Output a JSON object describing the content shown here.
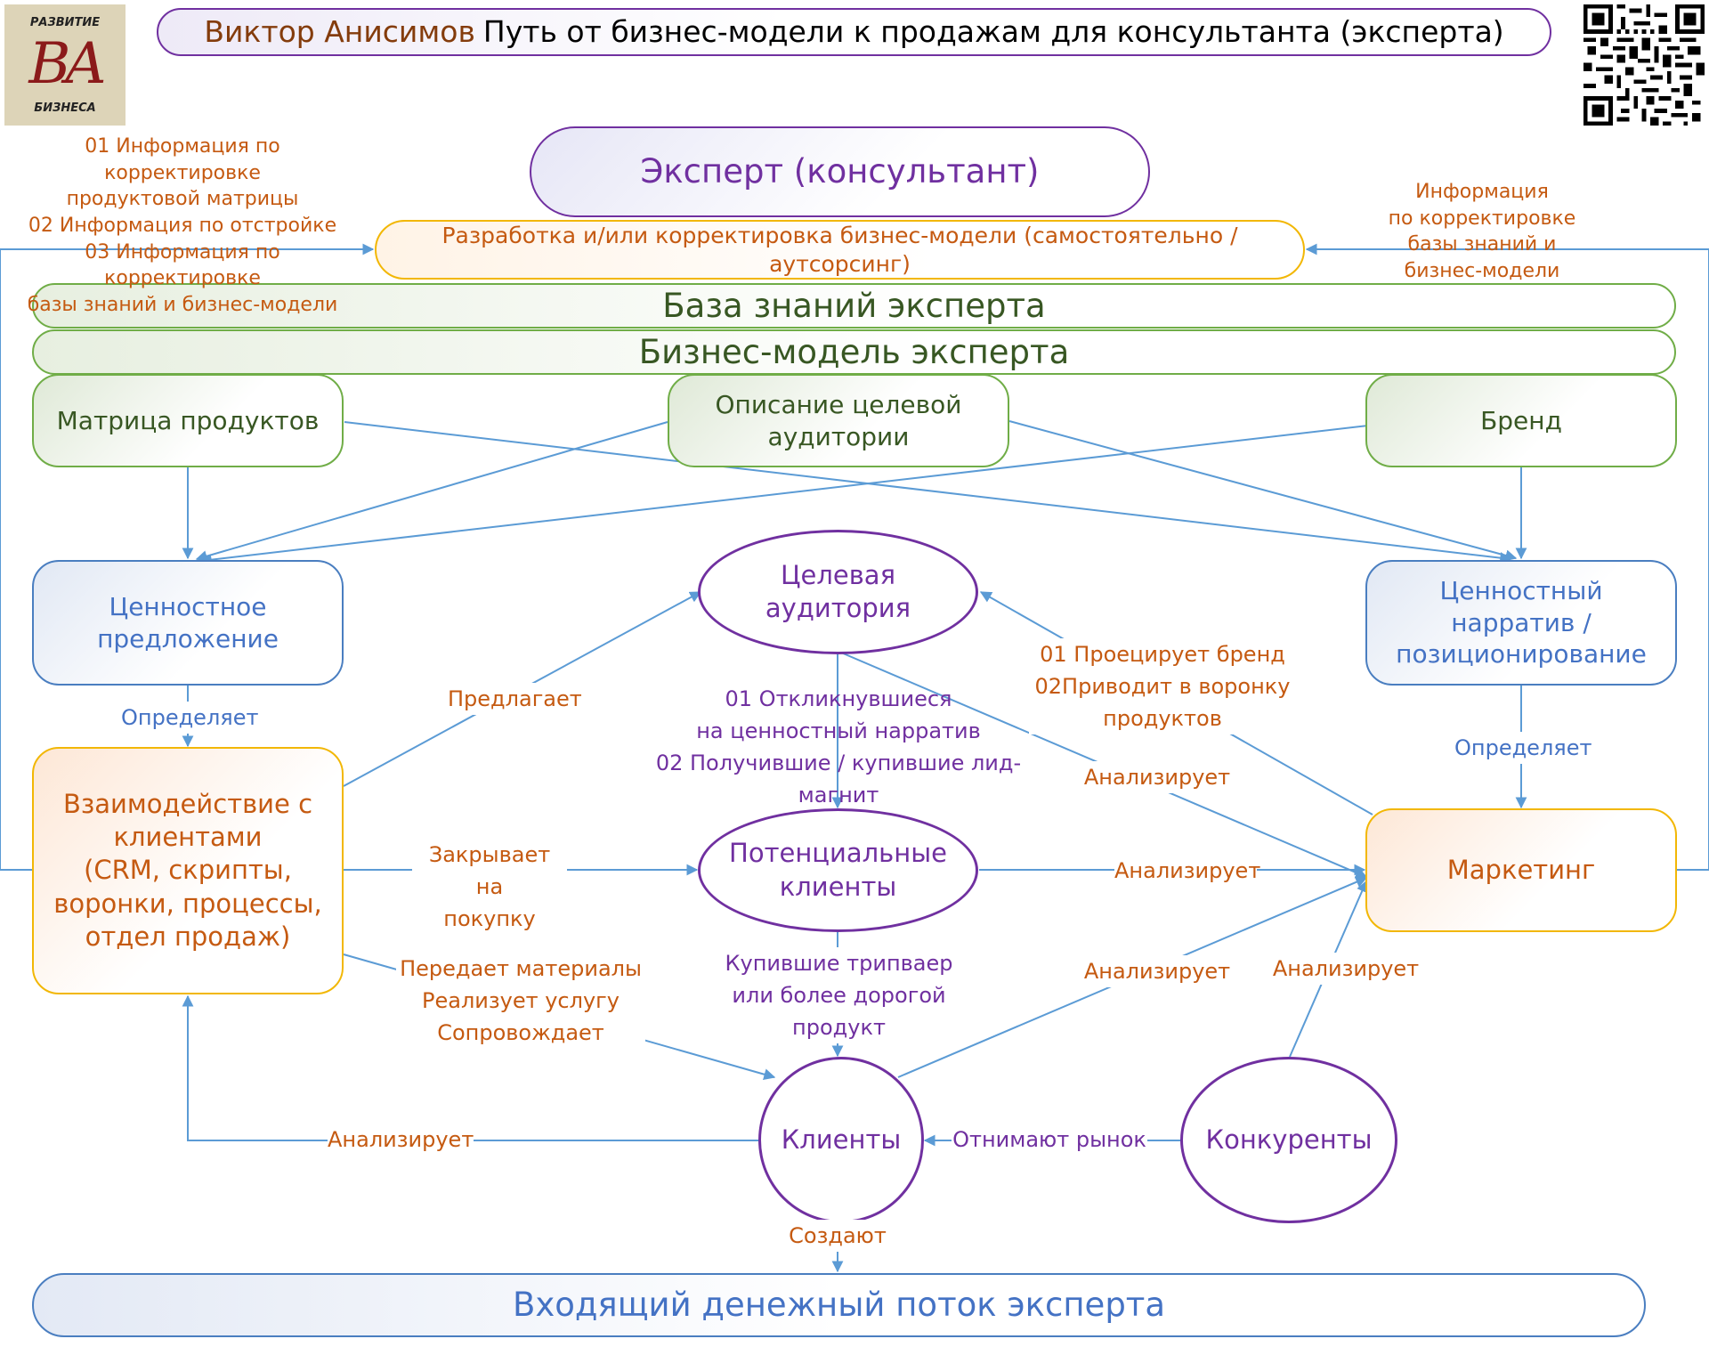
{
  "title": {
    "author": "Виктор Анисимов",
    "text": "Путь от бизнес-модели к продажам для консультанта (эксперта)"
  },
  "logo": {
    "top": "РАЗВИТИЕ",
    "monogram": "BA",
    "bottom": "БИЗНЕСА"
  },
  "qr_code": {
    "icon": "qr-code-icon"
  },
  "nodes": {
    "expert": "Эксперт (консультант)",
    "development": "Разработка и/или корректировка бизнес-модели (самостоятельно / аутсорсинг)",
    "knowledge_base": "База знаний эксперта",
    "business_model": "Бизнес-модель эксперта",
    "product_matrix": "Матрица продуктов",
    "audience_description": "Описание целевой\nаудитории",
    "brand": "Бренд",
    "value_proposition": "Ценностное\nпредложение",
    "value_narrative": "Ценностный\nнарратив /\nпозиционирование",
    "target_audience": "Целевая\nаудитория",
    "client_interaction": "Взаимодействие с\nклиентами\n(CRM, скрипты,\nворонки, процессы,\nотдел продаж)",
    "potential_clients": "Потенциальные\nклиенты",
    "marketing": "Маркетинг",
    "clients": "Клиенты",
    "competitors": "Конкуренты",
    "cash_flow": "Входящий денежный поток эксперта"
  },
  "labels": {
    "left_feedback": "01 Информация по корректировке\nпродуктовой матрицы\n02 Информация по отстройке\n03 Информация по корректировке\nбазы знаний и бизнес-модели",
    "right_feedback": "Информация\nпо корректировке\nбазы знаний и\nбизнес-модели",
    "defines_left": "Определяет",
    "defines_right": "Определяет",
    "offers": "Предлагает",
    "responded": "01 Откликнувшиеся\nна ценностный нарратив\n02 Получившие / купившие лид-магнит",
    "brand_projection": "01 Проецирует бренд\n02Приводит в воронку\nпродуктов",
    "analyzes_audience": "Анализирует",
    "closes": "Закрывает на\nпокупку",
    "analyzes_potential": "Анализирует",
    "transfers": "Передает материалы\nРеализует услугу\nСопровождает",
    "bought": "Купившие трипваер\nили более дорогой\nпродукт",
    "analyzes_clients": "Анализирует",
    "analyzes_competitors": "Анализирует",
    "analyzes_clients_left": "Анализирует",
    "take_market": "Отнимают рынок",
    "create": "Создают"
  },
  "colors": {
    "connector": "#5b9bd5",
    "expert_border": "#7030a0",
    "green_border": "#70ad47",
    "orange_border": "#f2b705",
    "label_orange": "#c55a11",
    "label_blue": "#4472c4",
    "label_purple": "#7030a0"
  }
}
